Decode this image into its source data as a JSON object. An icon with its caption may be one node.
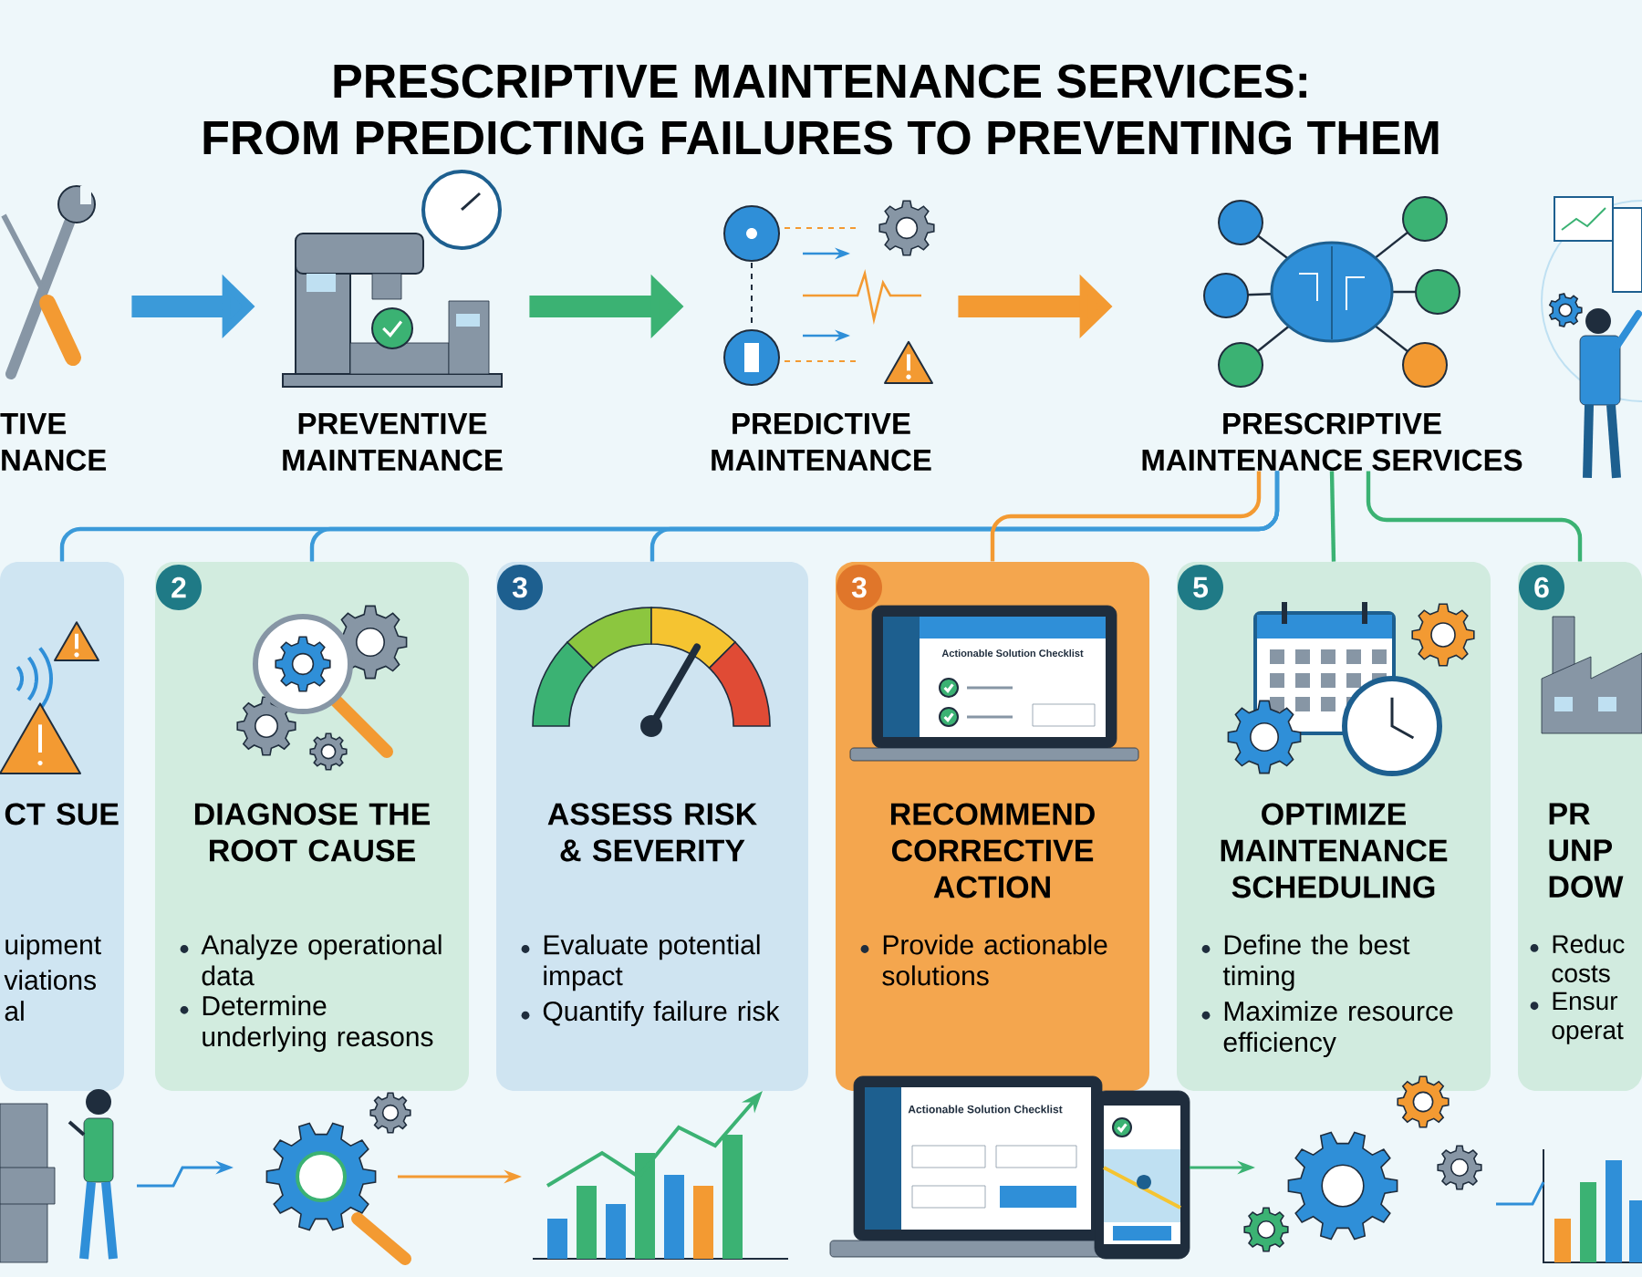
{
  "diagram": {
    "title": "PRESCRIPTIVE MAINTENANCE SERVICES: FROM PREDICTING FAILURES TO PREVENTING THEM",
    "nodes": [
      {
        "text": [
          "TIVE NANCE"
        ]
      },
      {
        "text": [
          "PREVENTIVE MAINTENANCE"
        ]
      },
      {
        "text": [
          "PREDICTIVE MAINTENANCE"
        ]
      },
      {
        "text": [
          "PRESCRIPTIVE MAINTENANCE SERVICES"
        ]
      },
      {
        "text": [
          "CT SUE",
          "uipment",
          "viations al"
        ]
      },
      {
        "text": [
          "2",
          "DIAGNOSE THE ROOT CAUSE",
          "Analyze operational data",
          "Determine underlying reasons"
        ]
      },
      {
        "text": [
          "3",
          "ASSESS RISK & SEVERITY",
          "Evaluate potential impact",
          "Quantify failure risk"
        ]
      },
      {
        "text": [
          "3",
          "RECOMMEND CORRECTIVE ACTION",
          "Provide actionable solutions"
        ]
      },
      {
        "text": [
          "5",
          "OPTIMIZE MAINTENANCE SCHEDULING",
          "Define the best timing",
          "Maximize resource efficiency"
        ]
      },
      {
        "text": [
          "6",
          "PR UNP DOW",
          "Reduc costs",
          "Ensur operat"
        ]
      }
    ],
    "edges": [
      {
        "from": 0,
        "to": 1,
        "arrow": "to",
        "style": "thick"
      },
      {
        "from": 1,
        "to": 2,
        "arrow": "to",
        "style": "thick",
        "color": "#3bb273"
      },
      {
        "from": 2,
        "to": 3,
        "arrow": "to",
        "style": "thick",
        "color": "#f39a32"
      },
      {
        "from": 3,
        "to": 4,
        "arrow": "none"
      },
      {
        "from": 3,
        "to": 5,
        "arrow": "none"
      },
      {
        "from": 3,
        "to": 6,
        "arrow": "none"
      },
      {
        "from": 3,
        "to": 7,
        "arrow": "none",
        "color": "#f39a32"
      },
      {
        "from": 3,
        "to": 8,
        "arrow": "none",
        "color": "#3bb273"
      },
      {
        "from": 3,
        "to": 9,
        "arrow": "none",
        "color": "#3bb273"
      }
    ],
    "labels": [
      "Actionable Solution Checklist",
      "Actionable Solution Checklist"
    ]
  }
}
